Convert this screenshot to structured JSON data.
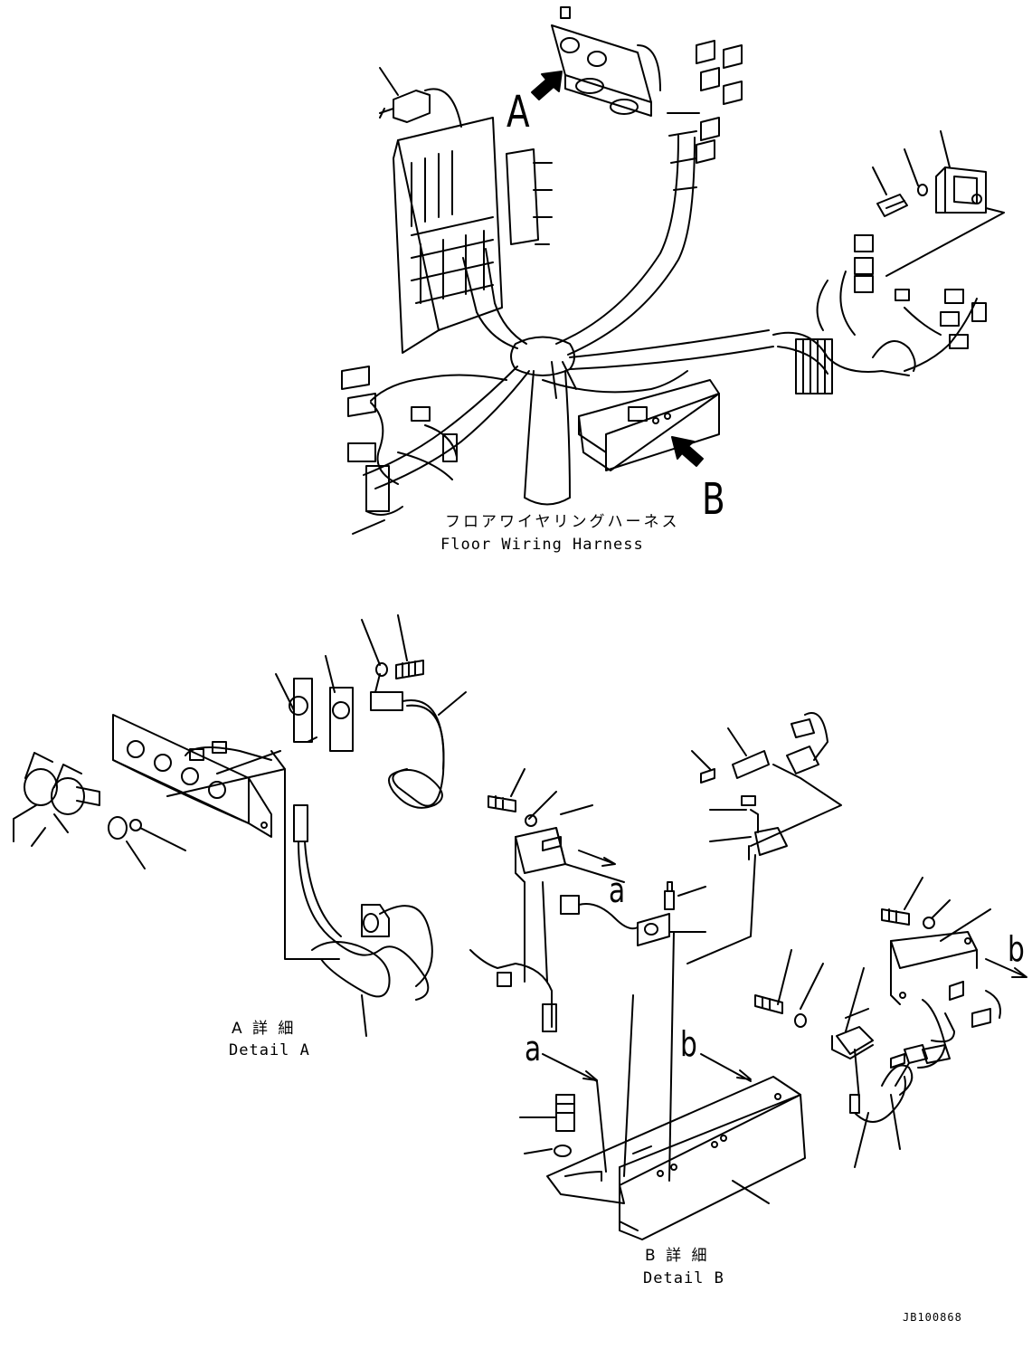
{
  "callouts": {
    "view_a": "A",
    "view_b": "B",
    "ref_a_1": "a",
    "ref_a_2": "a",
    "ref_b_1": "b",
    "ref_b_2": "b"
  },
  "harness_title": {
    "japanese": "フロアワイヤリングハーネス",
    "english": "Floor Wiring Harness"
  },
  "detail_a": {
    "japanese": "A 詳 細",
    "english": "Detail A"
  },
  "detail_b": {
    "japanese": "B 詳 細",
    "english": "Detail B"
  },
  "drawing_number": "JB100868"
}
